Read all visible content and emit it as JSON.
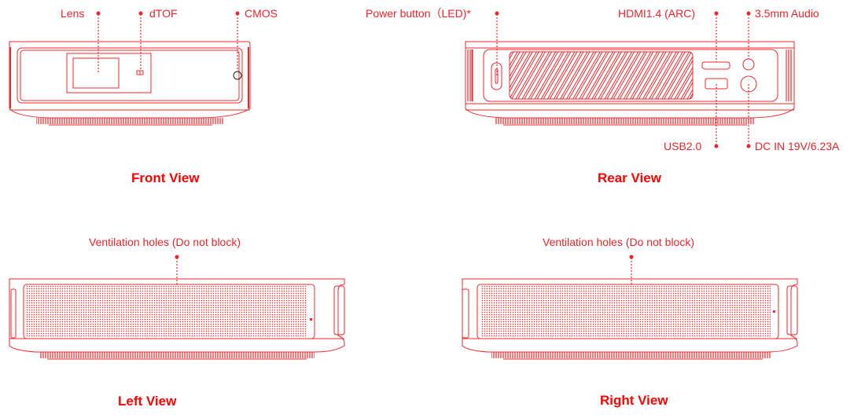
{
  "colors": {
    "line": "#f0282d",
    "label": "#e8262b",
    "title": "#ff0000",
    "cmos": "#222222"
  },
  "views": {
    "front": {
      "title": "Front View",
      "callouts": {
        "lens": "Lens",
        "dtof": "dTOF",
        "cmos": "CMOS"
      }
    },
    "rear": {
      "title": "Rear View",
      "callouts": {
        "power": "Power button（LED)*",
        "hdmi": "HDMI1.4 (ARC)",
        "audio": "3.5mm Audio",
        "usb": "USB2.0",
        "dc": "DC IN 19V/6.23A"
      }
    },
    "left": {
      "title": "Left View",
      "callouts": {
        "vent": "Ventilation holes (Do not block)"
      }
    },
    "right": {
      "title": "Right View",
      "callouts": {
        "vent": "Ventilation holes (Do not block)"
      }
    }
  }
}
